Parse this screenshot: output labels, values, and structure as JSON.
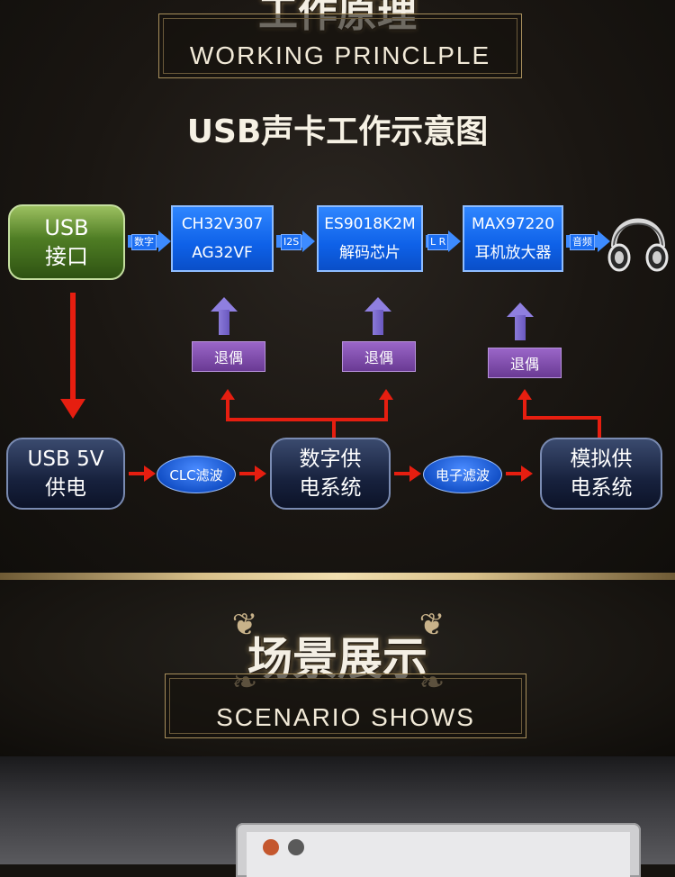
{
  "section_working": {
    "title_zh": "工作原理",
    "title_en": "WORKING PRINCLPLE"
  },
  "diagram": {
    "title": "USB声卡工作示意图",
    "usb_port": {
      "line1": "USB",
      "line2": "接口"
    },
    "tag_digital": "数字",
    "mcu": {
      "line1": "CH32V307",
      "line2": "AG32VF"
    },
    "tag_i2s": "I2S",
    "dac": {
      "line1": "ES9018K2M",
      "line2": "解码芯片"
    },
    "tag_lr": "L R",
    "amp": {
      "line1": "MAX97220",
      "line2": "耳机放大器"
    },
    "tag_audio": "音频",
    "decouple_1": "退偶",
    "decouple_2": "退偶",
    "decouple_3": "退偶",
    "usb_power": {
      "line1": "USB 5V",
      "line2": "供电"
    },
    "clc_filter": "CLC滤波",
    "digital_supply": {
      "line1": "数字供",
      "line2": "电系统"
    },
    "electronic_filter": "电子滤波",
    "analog_supply": {
      "line1": "模拟供",
      "line2": "电系统"
    }
  },
  "section_scenario": {
    "title_zh": "场景展示",
    "title_en": "SCENARIO SHOWS"
  },
  "colors": {
    "gold": "#d8c08a",
    "signal_blue": "#0e61e8",
    "power_red": "#e61e10",
    "decouple_purple": "#6a3a94"
  }
}
